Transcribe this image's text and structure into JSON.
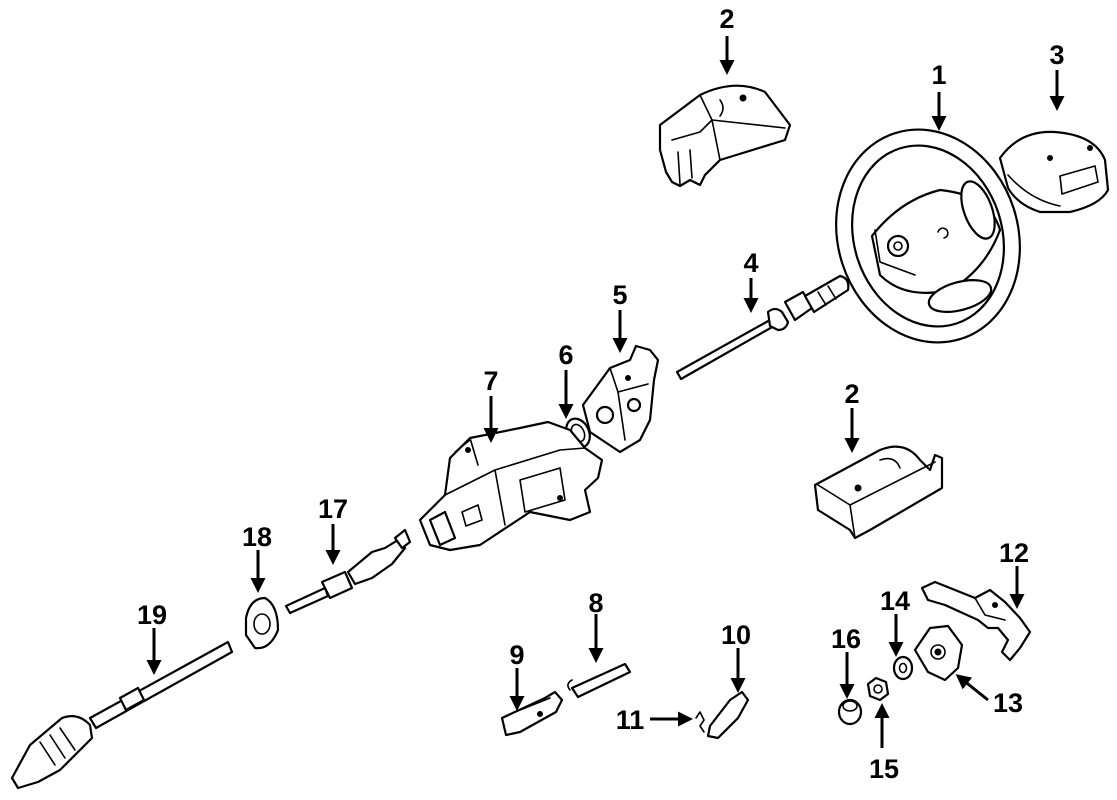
{
  "callouts": [
    {
      "id": "1",
      "label": "1"
    },
    {
      "id": "2a",
      "label": "2"
    },
    {
      "id": "2b",
      "label": "2"
    },
    {
      "id": "3",
      "label": "3"
    },
    {
      "id": "4",
      "label": "4"
    },
    {
      "id": "5",
      "label": "5"
    },
    {
      "id": "6",
      "label": "6"
    },
    {
      "id": "7",
      "label": "7"
    },
    {
      "id": "8",
      "label": "8"
    },
    {
      "id": "9",
      "label": "9"
    },
    {
      "id": "10",
      "label": "10"
    },
    {
      "id": "11",
      "label": "11"
    },
    {
      "id": "12",
      "label": "12"
    },
    {
      "id": "13",
      "label": "13"
    },
    {
      "id": "14",
      "label": "14"
    },
    {
      "id": "15",
      "label": "15"
    },
    {
      "id": "16",
      "label": "16"
    },
    {
      "id": "17",
      "label": "17"
    },
    {
      "id": "18",
      "label": "18"
    },
    {
      "id": "19",
      "label": "19"
    }
  ]
}
